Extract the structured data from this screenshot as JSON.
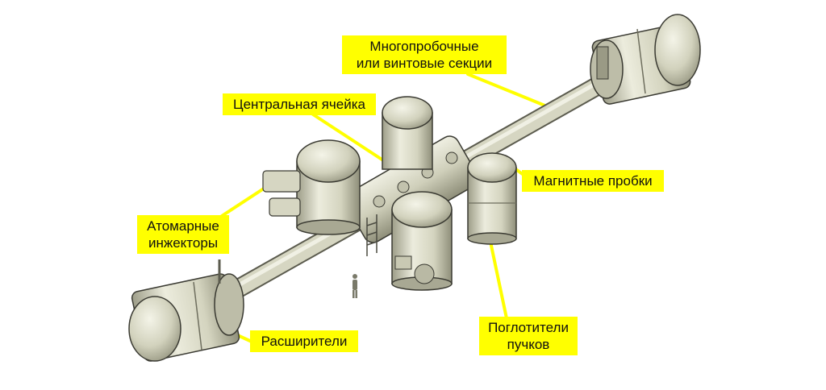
{
  "colors": {
    "label_bg": "#ffff00",
    "metal_light": "#ebebdc",
    "metal_mid": "#c9c9b3",
    "metal_dark": "#8f8f7a",
    "outline": "#3a3a32"
  },
  "labels": {
    "multi_mirror": [
      "Многопробочные",
      "или винтовые секции"
    ],
    "central_cell": [
      "Центральная ячейка"
    ],
    "magnetic_plugs": [
      "Магнитные пробки"
    ],
    "atomic_injectors": [
      "Атомарные",
      "инжекторы"
    ],
    "expanders": [
      "Расширители"
    ],
    "beam_dumps": [
      "Поглотители",
      "пучков"
    ]
  }
}
